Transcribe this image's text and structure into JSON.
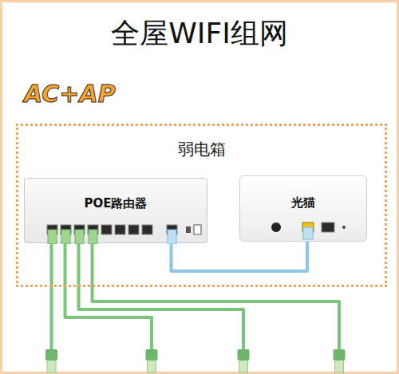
{
  "diagram": {
    "title": "全屋WIFI组网",
    "nodes": [
      {
        "text": [
          "弱电箱"
        ]
      },
      {
        "text": [
          "POE路由器"
        ],
        "in": 0
      },
      {
        "text": [
          "光猫"
        ],
        "in": 0
      }
    ],
    "edges": [
      {
        "from": 1,
        "to": 2,
        "arrow": "none"
      }
    ],
    "labels": [
      "AC+AP"
    ]
  }
}
